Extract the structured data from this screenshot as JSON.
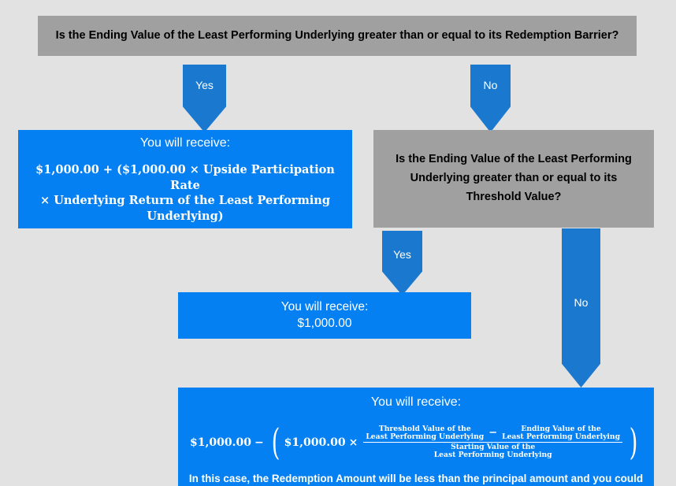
{
  "palette": {
    "background": "#e2e2e2",
    "decision_box": "#a0a0a0",
    "outcome_box": "#0580f2",
    "connector_arrow": "#1a79ce",
    "text_on_blue": "#ffffff",
    "text_on_gray": "#000000"
  },
  "decisions": {
    "root": {
      "text": "Is the Ending Value of the Least Performing Underlying greater than or equal to its Redemption Barrier?"
    },
    "threshold": {
      "text": "Is the Ending Value of the Least Performing Underlying greater than or equal to its Threshold Value?"
    }
  },
  "connectors": {
    "yes_top": "Yes",
    "no_top": "No",
    "yes_mid": "Yes",
    "no_mid": "No"
  },
  "outcomes": {
    "upside": {
      "headline": "You will receive:",
      "formula_line1": "$1,000.00 + ($1,000.00 × Upside Participation Rate",
      "formula_line2": "× Underlying Return of the Least Performing Underlying)"
    },
    "par": {
      "headline": "You will receive:",
      "amount": "$1,000.00"
    },
    "loss": {
      "headline": "You will receive:",
      "lead_term": "$1,000.00",
      "minus_op": "−",
      "paren_open": "(",
      "paren_close": ")",
      "inner_principal": "$1,000.00",
      "times_op": "×",
      "numerator_left_line1": "Threshold Value of the",
      "numerator_left_line2": "Least Performing Underlying",
      "numerator_minus": "−",
      "numerator_right_line1": "Ending Value of the",
      "numerator_right_line2": "Least Performing Underlying",
      "denominator_line1": "Starting Value of the",
      "denominator_line2": "Least Performing Underlying",
      "footnote": "In this case, the Redemption Amount will be less than the principal amount and you could"
    }
  }
}
